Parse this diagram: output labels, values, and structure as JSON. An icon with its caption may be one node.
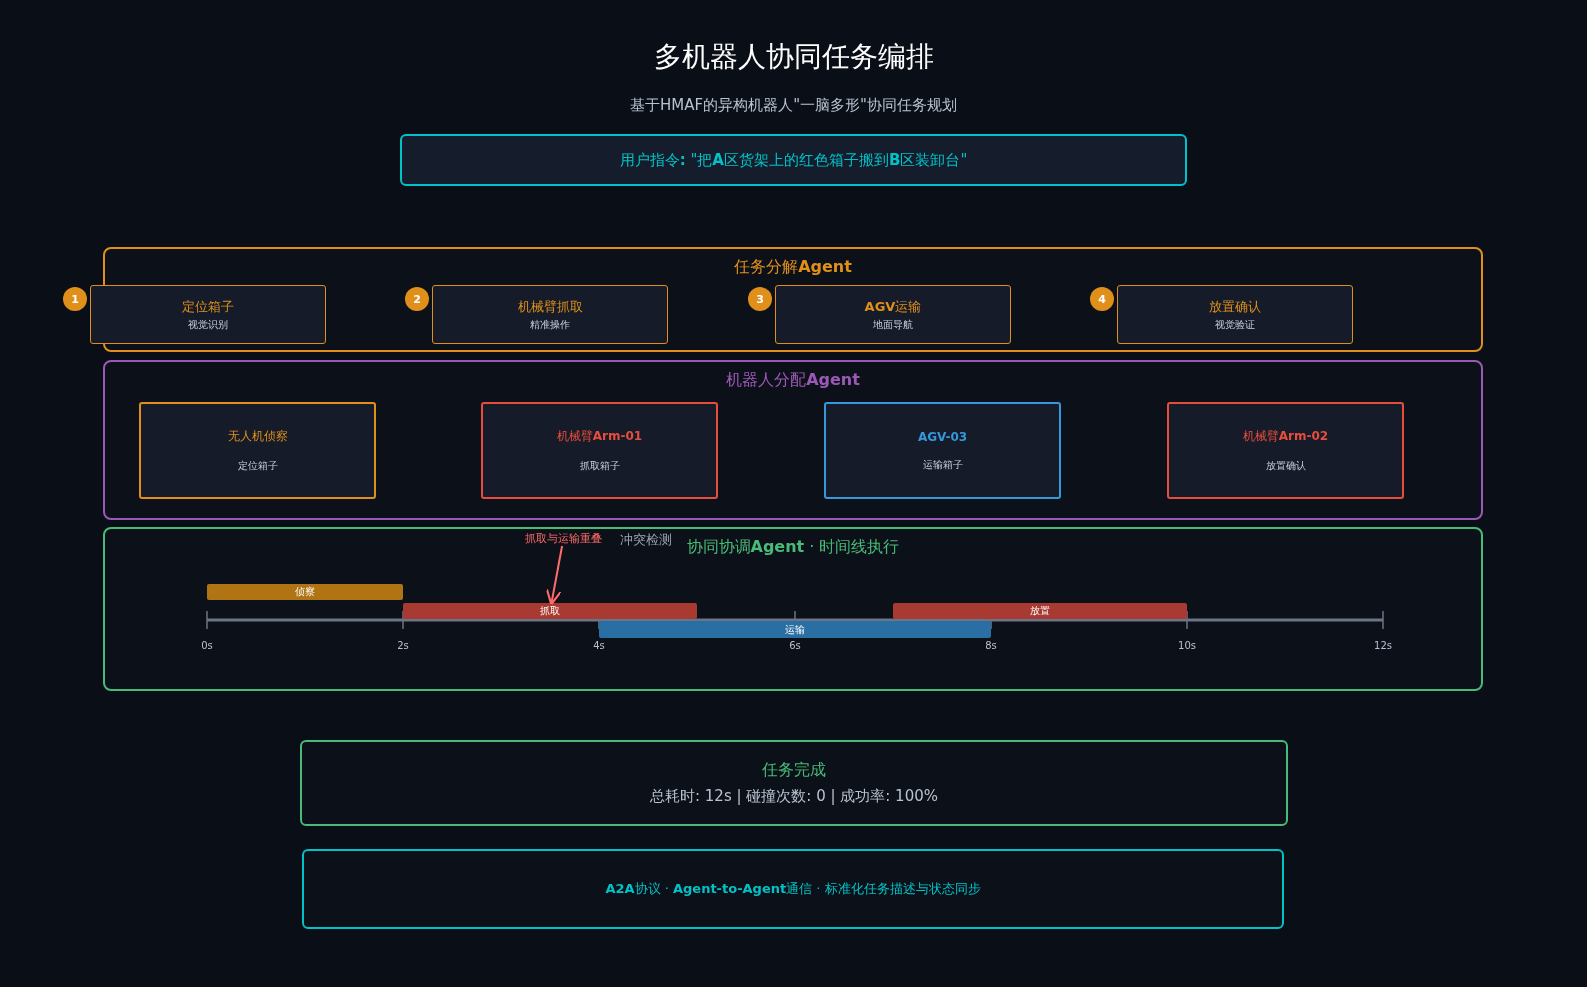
{
  "diagram": {
    "title": "多机器人协同任务编排",
    "nodes": [
      {
        "text": [
          "用户指令**:** \"把**A**区货架上的红色箱子搬到**B**区装卸台\""
        ]
      },
      {
        "text": [
          "任务分解**Agent**"
        ]
      },
      {
        "text": [
          "定位箱子",
          "视觉识别"
        ],
        "in": 1,
        "beside": [
          "1"
        ]
      },
      {
        "text": [
          "机械臂抓取",
          "精准操作"
        ],
        "in": 1,
        "beside": [
          "2"
        ]
      },
      {
        "text": [
          "**AGV**运输",
          "地面导航"
        ],
        "in": 1,
        "beside": [
          "3"
        ]
      },
      {
        "text": [
          "放置确认",
          "视觉验证"
        ],
        "in": 1,
        "beside": [
          "4"
        ]
      },
      {
        "text": [
          "机器人分配**Agent**"
        ]
      },
      {
        "text": [
          "无人机侦察",
          "定位箱子"
        ],
        "in": 6
      },
      {
        "text": [
          "机械臂**Arm-01**",
          "抓取箱子"
        ],
        "in": 6
      },
      {
        "text": [
          "**AGV-03**",
          "运输箱子"
        ],
        "in": 6
      },
      {
        "text": [
          "机械臂**Arm-02**",
          "放置确认"
        ],
        "in": 6
      },
      {
        "text": [
          "协同协调**Agent** · 时间线执行"
        ]
      },
      {
        "text": [
          "侦察"
        ],
        "in": 11
      },
      {
        "text": [
          "抓取"
        ],
        "in": 11
      },
      {
        "text": [
          "运输"
        ],
        "in": 11
      },
      {
        "text": [
          "放置"
        ],
        "in": 11
      },
      {
        "text": [
          "抓取与运输重叠"
        ],
        "in": 11
      },
      {
        "text": [
          "任务完成",
          "总耗时: 12s | 碰撞次数: 0 | 成功率: 100%"
        ]
      },
      {
        "text": [
          "**A2A**协议 · **Agent-to-Agent**通信 · 标准化任务描述与状态同步"
        ]
      }
    ],
    "edges": [
      {
        "from": 16,
        "to": 13,
        "arrow": "to"
      }
    ],
    "labels": [
      "基于HMAF的异构机器人\"一脑多形\"协同任务规划",
      "冲突检测",
      "0s",
      "2s",
      "4s",
      "6s",
      "8s",
      "10s",
      "12s"
    ]
  }
}
